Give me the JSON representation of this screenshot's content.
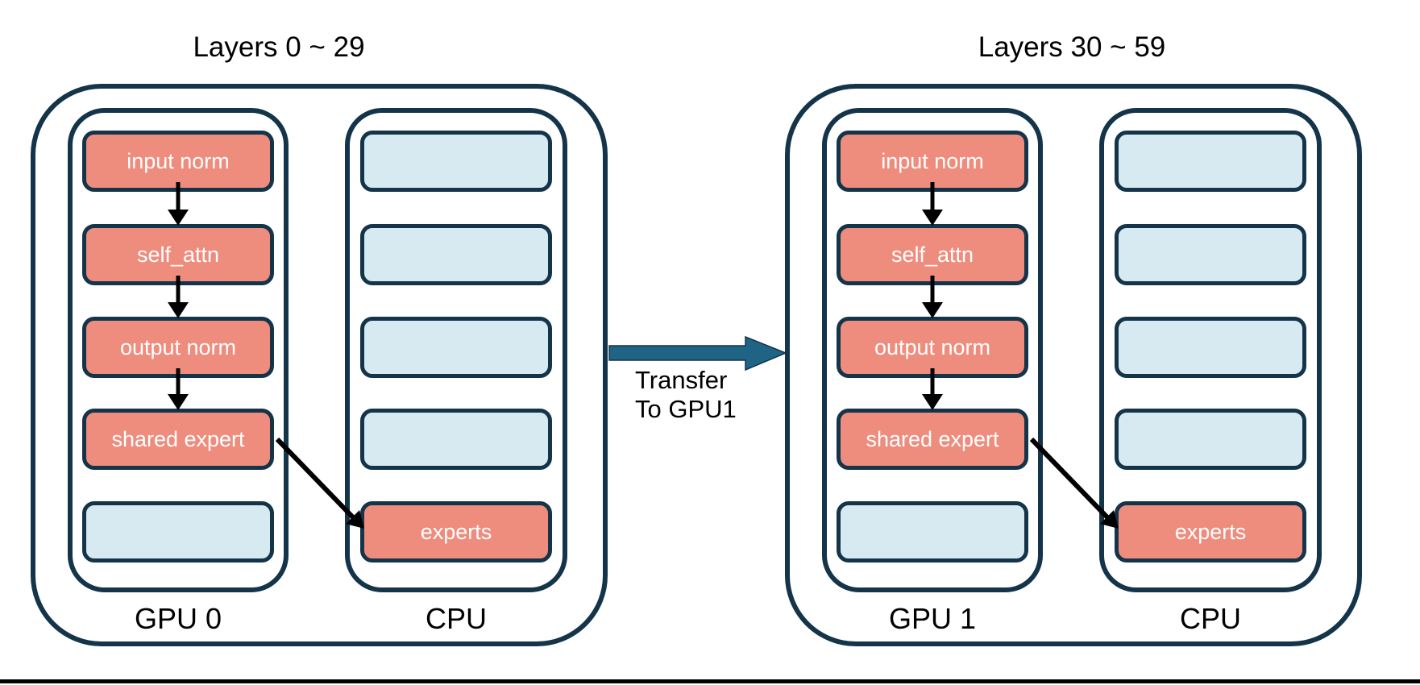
{
  "colors": {
    "outline": "#14344A",
    "highlight_box": "#EE8C7D",
    "plain_box": "#D8EAF1",
    "transfer_arrow": "#1F6385",
    "text": "#000000",
    "box_text": "#FFFFFF",
    "background": "#FFFFFF"
  },
  "groups": [
    {
      "title": "Layers 0 ~ 29",
      "columns": [
        {
          "label": "GPU 0",
          "boxes": [
            {
              "label": "input norm",
              "style": "highlight"
            },
            {
              "label": "self_attn",
              "style": "highlight"
            },
            {
              "label": "output norm",
              "style": "highlight"
            },
            {
              "label": "shared expert",
              "style": "highlight"
            },
            {
              "label": "",
              "style": "plain"
            }
          ]
        },
        {
          "label": "CPU",
          "boxes": [
            {
              "label": "",
              "style": "plain"
            },
            {
              "label": "",
              "style": "plain"
            },
            {
              "label": "",
              "style": "plain"
            },
            {
              "label": "",
              "style": "plain"
            },
            {
              "label": "experts",
              "style": "highlight"
            }
          ]
        }
      ],
      "flow_arrows": [
        "input norm to self_attn",
        "self_attn to output norm",
        "output norm to shared expert"
      ],
      "cross_arrow": "shared expert to experts"
    },
    {
      "title": "Layers 30 ~ 59",
      "columns": [
        {
          "label": "GPU 1",
          "boxes": [
            {
              "label": "input norm",
              "style": "highlight"
            },
            {
              "label": "self_attn",
              "style": "highlight"
            },
            {
              "label": "output norm",
              "style": "highlight"
            },
            {
              "label": "shared expert",
              "style": "highlight"
            },
            {
              "label": "",
              "style": "plain"
            }
          ]
        },
        {
          "label": "CPU",
          "boxes": [
            {
              "label": "",
              "style": "plain"
            },
            {
              "label": "",
              "style": "plain"
            },
            {
              "label": "",
              "style": "plain"
            },
            {
              "label": "",
              "style": "plain"
            },
            {
              "label": "experts",
              "style": "highlight"
            }
          ]
        }
      ],
      "flow_arrows": [
        "input norm to self_attn",
        "self_attn to output norm",
        "output norm to shared expert"
      ],
      "cross_arrow": "shared expert to experts"
    }
  ],
  "transfer": {
    "line1": "Transfer",
    "line2": "To GPU1"
  }
}
